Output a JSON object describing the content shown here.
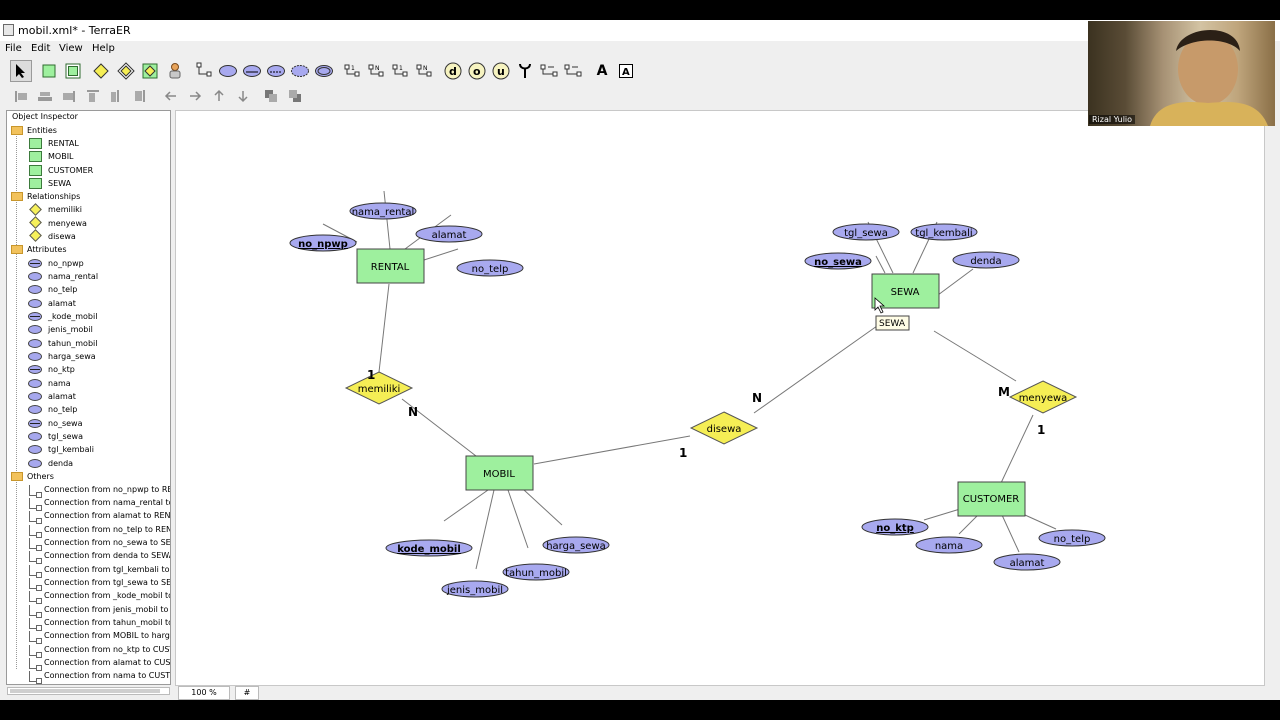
{
  "window": {
    "title": "mobil.xml* - TerraER"
  },
  "menu": [
    "File",
    "Edit",
    "View",
    "Help"
  ],
  "toolbar": {
    "text_tool_glyph": "A",
    "letters": [
      "d",
      "o",
      "u"
    ]
  },
  "inspector": {
    "title": "Object Inspector",
    "groups": [
      {
        "label": "Entities",
        "type": "entity",
        "items": [
          "RENTAL",
          "MOBIL",
          "CUSTOMER",
          "SEWA"
        ]
      },
      {
        "label": "Relationships",
        "type": "relationship",
        "items": [
          "memiliki",
          "menyewa",
          "disewa"
        ]
      },
      {
        "label": "Attributes",
        "type": "attribute",
        "items": [
          {
            "name": "no_npwp",
            "key": true
          },
          {
            "name": "nama_rental",
            "key": false
          },
          {
            "name": "no_telp",
            "key": false
          },
          {
            "name": "alamat",
            "key": false
          },
          {
            "name": "_kode_mobil",
            "key": true
          },
          {
            "name": "jenis_mobil",
            "key": false
          },
          {
            "name": "tahun_mobil",
            "key": false
          },
          {
            "name": "harga_sewa",
            "key": false
          },
          {
            "name": "no_ktp",
            "key": true
          },
          {
            "name": "nama",
            "key": false
          },
          {
            "name": "alamat",
            "key": false
          },
          {
            "name": "no_telp",
            "key": false
          },
          {
            "name": "no_sewa",
            "key": true
          },
          {
            "name": "tgl_sewa",
            "key": false
          },
          {
            "name": "tgl_kembali",
            "key": false
          },
          {
            "name": "denda",
            "key": false
          }
        ]
      },
      {
        "label": "Others",
        "type": "connection",
        "items": [
          "Connection from no_npwp to REN",
          "Connection from nama_rental to",
          "Connection from alamat to RENT",
          "Connection from no_telp to RENT",
          "Connection from no_sewa to SEV",
          "Connection from denda to SEWA",
          "Connection from tgl_kembali to S",
          "Connection from tgl_sewa to SEV",
          "Connection from _kode_mobil to",
          "Connection from jenis_mobil to M",
          "Connection from tahun_mobil to",
          "Connection from MOBIL to harga_",
          "Connection from no_ktp to CUST",
          "Connection from alamat to CUST",
          "Connection from nama to CUSTO"
        ]
      }
    ]
  },
  "status": {
    "zoom": "100 %",
    "grid": "#"
  },
  "webcam": {
    "name": "Rizal Yulio"
  },
  "tooltip": "SEWA",
  "diagram": {
    "colors": {
      "entity": "#9ef09e",
      "relationship": "#f5ee55",
      "attribute": "#a8a9ef"
    },
    "entities": [
      "RENTAL",
      "MOBIL",
      "SEWA",
      "CUSTOMER"
    ],
    "relationships": [
      "memiliki",
      "disewa",
      "menyewa"
    ],
    "attributes": [
      {
        "name": "nama_rental",
        "key": false,
        "entity": "RENTAL"
      },
      {
        "name": "alamat",
        "key": false,
        "entity": "RENTAL"
      },
      {
        "name": "no_npwp",
        "key": true,
        "entity": "RENTAL"
      },
      {
        "name": "no_telp",
        "key": false,
        "entity": "RENTAL"
      },
      {
        "name": "tgl_sewa",
        "key": false,
        "entity": "SEWA"
      },
      {
        "name": "tgl_kembali",
        "key": false,
        "entity": "SEWA"
      },
      {
        "name": "no_sewa",
        "key": true,
        "entity": "SEWA"
      },
      {
        "name": "denda",
        "key": false,
        "entity": "SEWA"
      },
      {
        "name": "kode_mobil",
        "key": true,
        "entity": "MOBIL"
      },
      {
        "name": "harga_sewa",
        "key": false,
        "entity": "MOBIL"
      },
      {
        "name": "tahun_mobil",
        "key": false,
        "entity": "MOBIL"
      },
      {
        "name": "jenis_mobil",
        "key": false,
        "entity": "MOBIL"
      },
      {
        "name": "no_ktp",
        "key": true,
        "entity": "CUSTOMER"
      },
      {
        "name": "nama",
        "key": false,
        "entity": "CUSTOMER"
      },
      {
        "name": "no_telp",
        "key": false,
        "entity": "CUSTOMER"
      },
      {
        "name": "alamat",
        "key": false,
        "entity": "CUSTOMER"
      }
    ],
    "cardinalities": {
      "rental_memiliki": "1",
      "memiliki_mobil": "N",
      "mobil_disewa": "1",
      "disewa_sewa": "N",
      "sewa_menyewa": "M",
      "menyewa_customer": "1"
    }
  }
}
